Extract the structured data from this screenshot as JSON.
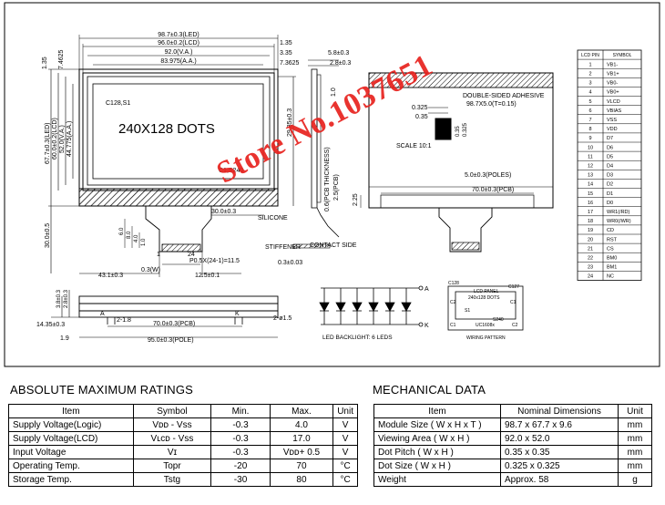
{
  "drawing": {
    "dims_top": [
      "98.7±0.3(LED)",
      "96.0±0.2(LCD)",
      "92.0(V.A.)",
      "83.975(A.A.)"
    ],
    "dims_top_right": [
      "1.35",
      "3.35",
      "7.3625"
    ],
    "dims_left": [
      "1.35",
      "7.4625",
      "67.7±0.3(LED)",
      "60.0±0.2(LCD)",
      "52.0(V.A.)",
      "44.775(A.A.)"
    ],
    "corner_c128": "C128,S1",
    "corner_c1": "C1,S240",
    "dots_label": "240X128  DOTS",
    "dim_29_85": "29.85±0.3",
    "dim_30_0": "30.0±0.3",
    "silicone": "SILICONE",
    "dim_30_side": "30.0±0.5",
    "fpc_dims": [
      "6.0",
      "8.0",
      "4.0",
      "1.0"
    ],
    "pitch": "P0.5X(24-1)=11.5",
    "pin24": "24",
    "pin1": "1",
    "dim_43": "43.1±0.3",
    "dim_03w": "0.3(W)",
    "dim_12_5": "12.5±0.1",
    "side_dims": [
      "3.8±0.3",
      "2.8±0.3"
    ],
    "dim_14_35": "14.35±0.3",
    "dim_1_9": "1.9",
    "dim_2_18": "2-1.8",
    "dim_70_pcb": "70.0±0.3(PCB)",
    "dim_95_pole": "95.0±0.3(POLE)",
    "dim_2_phi": "2-ø1.5",
    "a_label": "A",
    "k_label": "K",
    "mid_dims": [
      "5.8±0.3",
      "2.8±0.3",
      "1.0",
      "0.6(PCB THICKNESS)",
      "2.5(PCB)"
    ],
    "stiffener": "STIFFENER",
    "contact_side": "CONTACT SIDE",
    "dim_0_3": "0.3±0.03",
    "adhesive": "DOUBLE-SIDED ADHESIVE",
    "adhesive_dim": "98.7X5.0(T=0.15)",
    "dot_dims": [
      "0.325",
      "0.35",
      "0.35",
      "0.325"
    ],
    "scale": "SCALE 10:1",
    "right_dims": [
      "5.0±0.3(POLES)",
      "70.0±0.3(PCB)",
      "2.25"
    ],
    "backlight": "LED BACKLIGHT: 6 LEDS",
    "wiring_title": "WIRING PATTERN",
    "wiring": {
      "c128": "C128",
      "c127": "C127",
      "lcd": "LCD PANEL",
      "dots": "240x128 DOTS",
      "c2": "C2",
      "c1": "C1",
      "s1": "S1",
      "s240": "S240",
      "uc": "UC1608x",
      "c1b": "C1",
      "c2b": "C2"
    },
    "pin_headers": [
      "LCD PIN",
      "SYMBOL"
    ],
    "pins": [
      [
        "1",
        "VB1-"
      ],
      [
        "2",
        "VB1+"
      ],
      [
        "3",
        "VB0-"
      ],
      [
        "4",
        "VB0+"
      ],
      [
        "5",
        "VLCD"
      ],
      [
        "6",
        "VBIAS"
      ],
      [
        "7",
        "VSS"
      ],
      [
        "8",
        "VDD"
      ],
      [
        "9",
        "D7"
      ],
      [
        "10",
        "D6"
      ],
      [
        "11",
        "D5"
      ],
      [
        "12",
        "D4"
      ],
      [
        "13",
        "D3"
      ],
      [
        "14",
        "D2"
      ],
      [
        "15",
        "D1"
      ],
      [
        "16",
        "D0"
      ],
      [
        "17",
        "WR1(/RD)"
      ],
      [
        "18",
        "WR0(/WR)"
      ],
      [
        "19",
        "CD"
      ],
      [
        "20",
        "RST"
      ],
      [
        "21",
        "CS"
      ],
      [
        "22",
        "BM0"
      ],
      [
        "23",
        "BM1"
      ],
      [
        "24",
        "NC"
      ]
    ],
    "watermark": "Store No.1037651"
  },
  "ratings": {
    "title": "ABSOLUTE MAXIMUM RATINGS",
    "headers": [
      "Item",
      "Symbol",
      "Min.",
      "Max.",
      "Unit"
    ],
    "rows": [
      [
        "Supply Voltage(Logic)",
        "Vᴅᴅ - Vss",
        "-0.3",
        "4.0",
        "V"
      ],
      [
        "Supply Voltage(LCD)",
        "Vʟᴄᴅ - Vss",
        "-0.3",
        "17.0",
        "V"
      ],
      [
        "Input  Voltage",
        "Vɪ",
        "-0.3",
        "Vᴅᴅ+ 0.5",
        "V"
      ],
      [
        "Operating Temp.",
        "Topr",
        "-20",
        "70",
        "°C"
      ],
      [
        "Storage Temp.",
        "Tstg",
        "-30",
        "80",
        "°C"
      ]
    ]
  },
  "mechanical": {
    "title": "MECHANICAL DATA",
    "headers": [
      "Item",
      "Nominal Dimensions",
      "Unit"
    ],
    "rows": [
      [
        "Module Size ( W x H x T )",
        "98.7 x 67.7 x 9.6",
        "mm"
      ],
      [
        "Viewing Area ( W x H )",
        "92.0 x 52.0",
        "mm"
      ],
      [
        "Dot Pitch ( W x H )",
        "0.35 x 0.35",
        "mm"
      ],
      [
        "Dot Size ( W x H )",
        "0.325 x 0.325",
        "mm"
      ],
      [
        "Weight",
        "Approx.  58",
        "g"
      ]
    ]
  }
}
